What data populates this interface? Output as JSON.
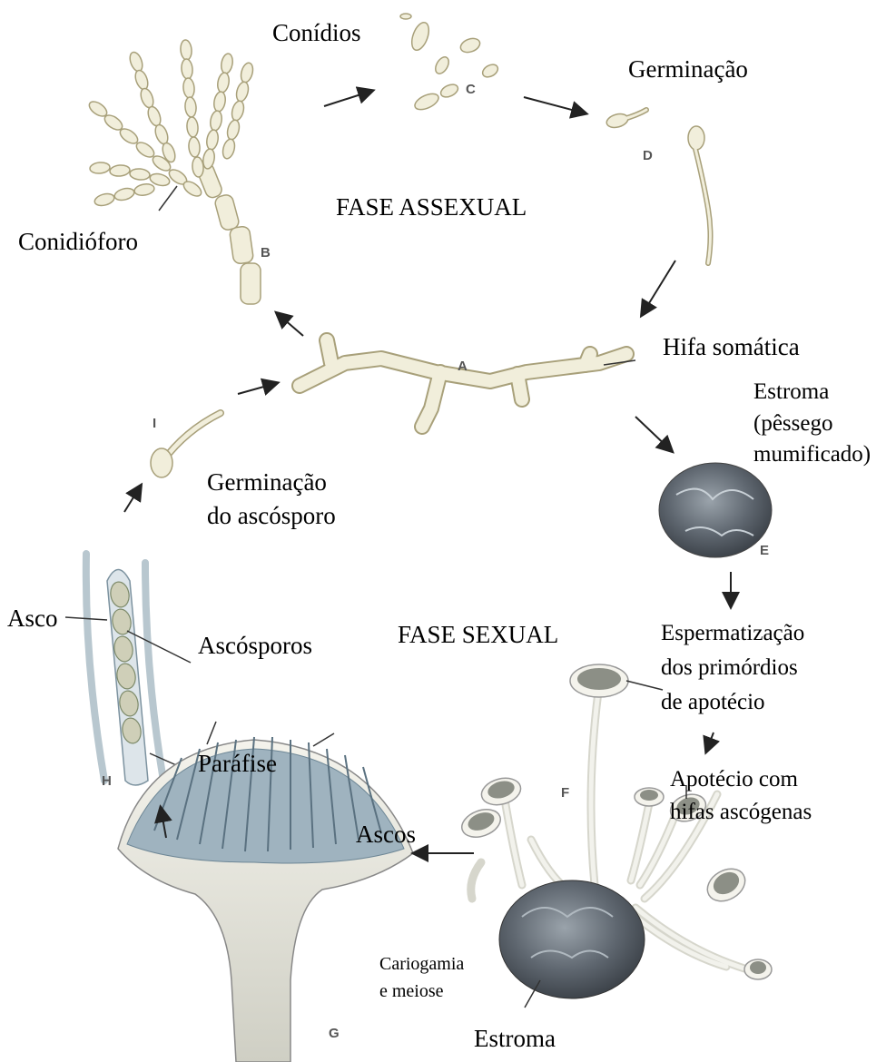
{
  "phases": {
    "asexual": "FASE ASSEXUAL",
    "sexual": "FASE SEXUAL"
  },
  "labels": {
    "conidios": "Conídios",
    "germinacao": "Germinação",
    "conidioforo": "Conidióforo",
    "hifa_somatica": "Hifa somática",
    "estroma_pessego_1": "Estroma",
    "estroma_pessego_2": "(pêssego",
    "estroma_pessego_3": "mumificado)",
    "germinacao_ascosporo_1": "Germinação",
    "germinacao_ascosporo_2": "do ascósporo",
    "asco": "Asco",
    "ascosporos": "Ascósporos",
    "espermatizacao_1": "Espermatização",
    "espermatizacao_2": "dos primórdios",
    "espermatizacao_3": "de apotécio",
    "parafise": "Paráfise",
    "apotecio_1": "Apotécio com",
    "apotecio_2": "hifas ascógenas",
    "ascos": "Ascos",
    "cariogamia_1": "Cariogamia",
    "cariogamia_2": "e meiose",
    "estroma_bottom": "Estroma"
  },
  "stage_letters": {
    "a": "A",
    "b": "B",
    "c": "C",
    "d": "D",
    "e": "E",
    "f": "F",
    "g": "G",
    "h": "H",
    "i": "I"
  },
  "colors": {
    "hypha_fill": "#f1eedb",
    "hypha_stroke": "#a8a07a",
    "stroma": "#5f6770",
    "ascus_blue": "#9fb3bf"
  }
}
